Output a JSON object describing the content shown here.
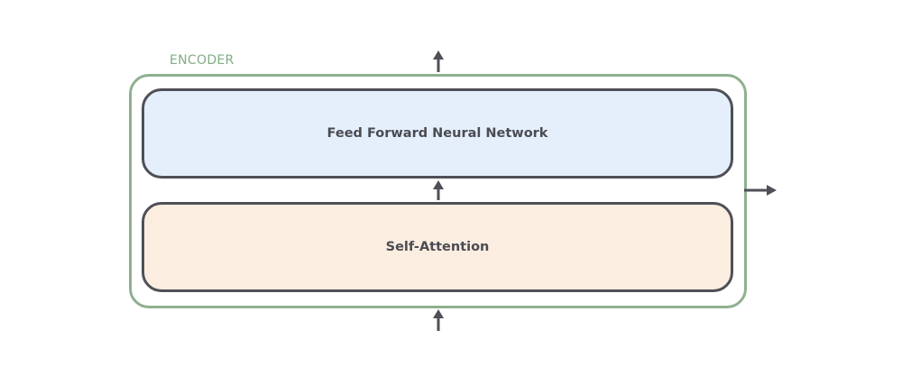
{
  "encoder": {
    "label": "ENCODER",
    "border_color": "#8fb08f"
  },
  "layers": {
    "feed_forward": {
      "label": "Feed Forward Neural Network",
      "fill_color": "#e5effc"
    },
    "self_attention": {
      "label": "Self-Attention",
      "fill_color": "#fbeee0"
    }
  },
  "arrow_color": "#4f4f57"
}
